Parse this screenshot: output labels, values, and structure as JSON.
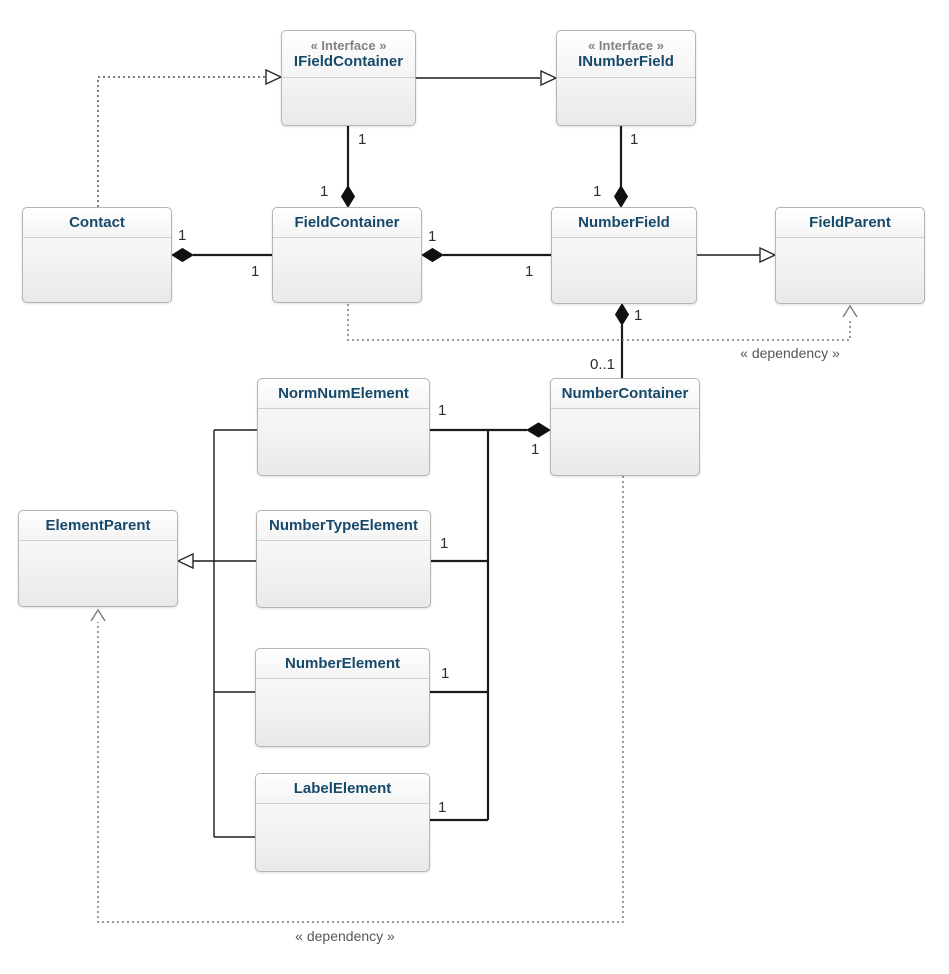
{
  "diagram_type": "uml-class-diagram",
  "nodes": {
    "ifieldcontainer": {
      "stereotype": "« Interface »",
      "title": "IFieldContainer"
    },
    "inumberfield": {
      "stereotype": "« Interface »",
      "title": "INumberField"
    },
    "contact": {
      "title": "Contact"
    },
    "fieldcontainer": {
      "title": "FieldContainer"
    },
    "numberfield": {
      "title": "NumberField"
    },
    "fieldparent": {
      "title": "FieldParent"
    },
    "numbercontainer": {
      "title": "NumberContainer"
    },
    "normnumelement": {
      "title": "NormNumElement"
    },
    "elementparent": {
      "title": "ElementParent"
    },
    "numbertypeelement": {
      "title": "NumberTypeElement"
    },
    "numberelement": {
      "title": "NumberElement"
    },
    "labelelement": {
      "title": "LabelElement"
    }
  },
  "edges": {
    "contact_realizes_ifieldcontainer": {
      "type": "realization"
    },
    "ifieldcontainer_inumberfield": {
      "type": "generalization"
    },
    "ifieldcontainer_fieldcontainer": {
      "type": "composition",
      "interface_end": "1",
      "fieldcontainer_end": "1"
    },
    "inumberfield_numberfield": {
      "type": "composition",
      "interface_end": "1",
      "numberfield_end": "1"
    },
    "contact_fieldcontainer": {
      "type": "composition",
      "contact_end": "1",
      "fieldcontainer_end": "1"
    },
    "fieldcontainer_numberfield": {
      "type": "composition",
      "fieldcontainer_end": "1",
      "numberfield_end": "1"
    },
    "numberfield_fieldparent": {
      "type": "generalization"
    },
    "numberfield_numbercontainer": {
      "type": "composition",
      "numberfield_end": "1",
      "numbercontainer_end": "0..1"
    },
    "fieldcontainer_fieldparent": {
      "type": "dependency",
      "label": "« dependency »"
    },
    "normnumelement_numbercontainer": {
      "type": "composition",
      "element_end": "1",
      "container_end": "1"
    },
    "numbertypeelement_numbercontainer": {
      "type": "composition",
      "element_end": "1"
    },
    "numberelement_numbercontainer": {
      "type": "composition",
      "element_end": "1"
    },
    "labelelement_numbercontainer": {
      "type": "composition",
      "element_end": "1"
    },
    "elements_elementparent": {
      "type": "generalization"
    },
    "numbercontainer_elementparent": {
      "type": "dependency",
      "label": "« dependency »"
    }
  },
  "colors": {
    "title_text": "#17496b",
    "stereotype_text": "#838383",
    "box_border": "#b5b5b5",
    "line": "#1b1b1b",
    "dotted_line": "#7a7a7a"
  }
}
